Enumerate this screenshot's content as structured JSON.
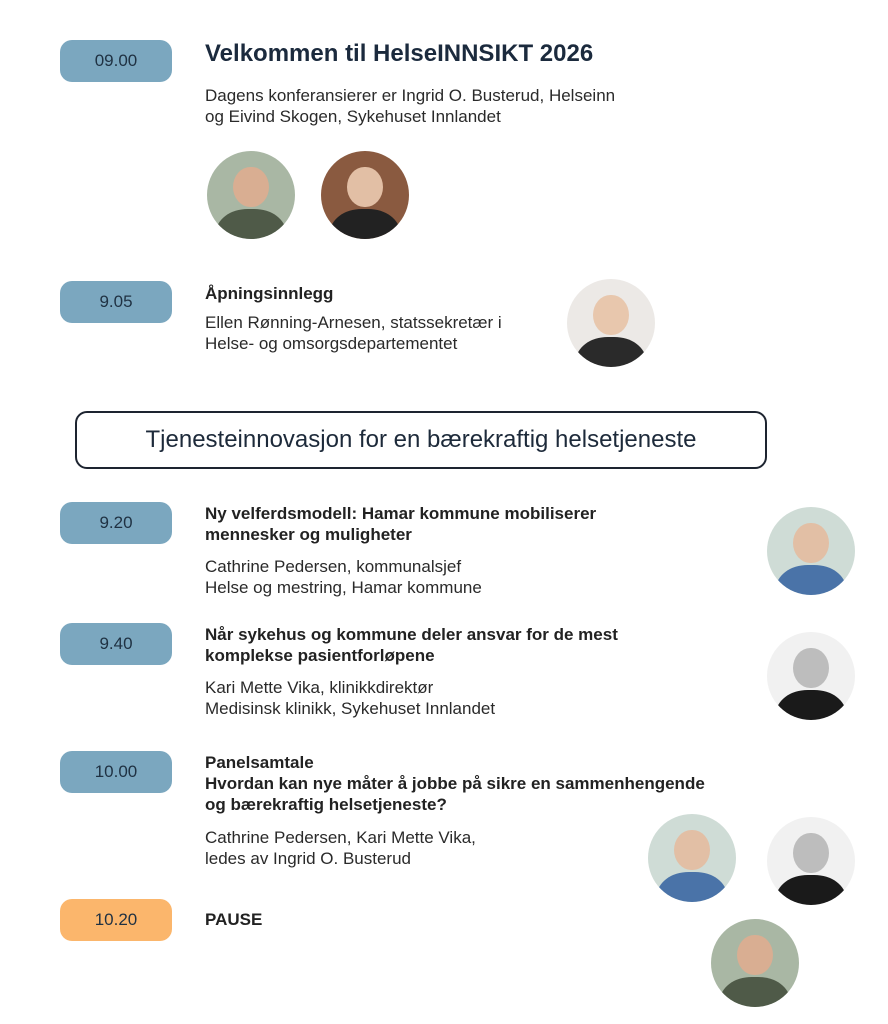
{
  "sessions": [
    {
      "time": "09.00",
      "title": "Velkommen til HelseINNSIKT 2026",
      "desc": [
        "Dagens konferansierer er Ingrid O. Busterud, Helseinn",
        "og Eivind Skogen, Sykehuset Innlandet"
      ]
    },
    {
      "time": "9.05",
      "title": "Åpningsinnlegg",
      "desc": [
        "Ellen Rønning-Arnesen, statssekretær i",
        "Helse- og omsorgsdepartementet"
      ]
    },
    {
      "time": "9.20",
      "title": [
        "Ny velferdsmodell: Hamar kommune mobiliserer",
        "mennesker og muligheter"
      ],
      "desc": [
        "Cathrine Pedersen, kommunalsjef",
        "Helse og mestring, Hamar kommune"
      ]
    },
    {
      "time": "9.40",
      "title": [
        "Når sykehus og kommune deler ansvar for de mest",
        "komplekse pasientforløpene"
      ],
      "desc": [
        "Kari Mette Vika, klinikkdirektør",
        "Medisinsk klinikk, Sykehuset Innlandet"
      ]
    },
    {
      "time": "10.00",
      "title": [
        "Panelsamtale",
        "Hvordan kan nye måter å jobbe på sikre en sammenhengende",
        "og bærekraftig helsetjeneste?"
      ],
      "desc": [
        "Cathrine Pedersen, Kari Mette Vika,",
        "ledes av Ingrid O. Busterud"
      ]
    },
    {
      "time": "10.20",
      "title": "PAUSE"
    }
  ],
  "section_heading": "Tjenesteinnovasjon for en bærekraftig helsetjeneste",
  "colors": {
    "pill": "#7ba7bf",
    "pause_pill": "#fbb66c",
    "title": "#1b2a3d"
  }
}
